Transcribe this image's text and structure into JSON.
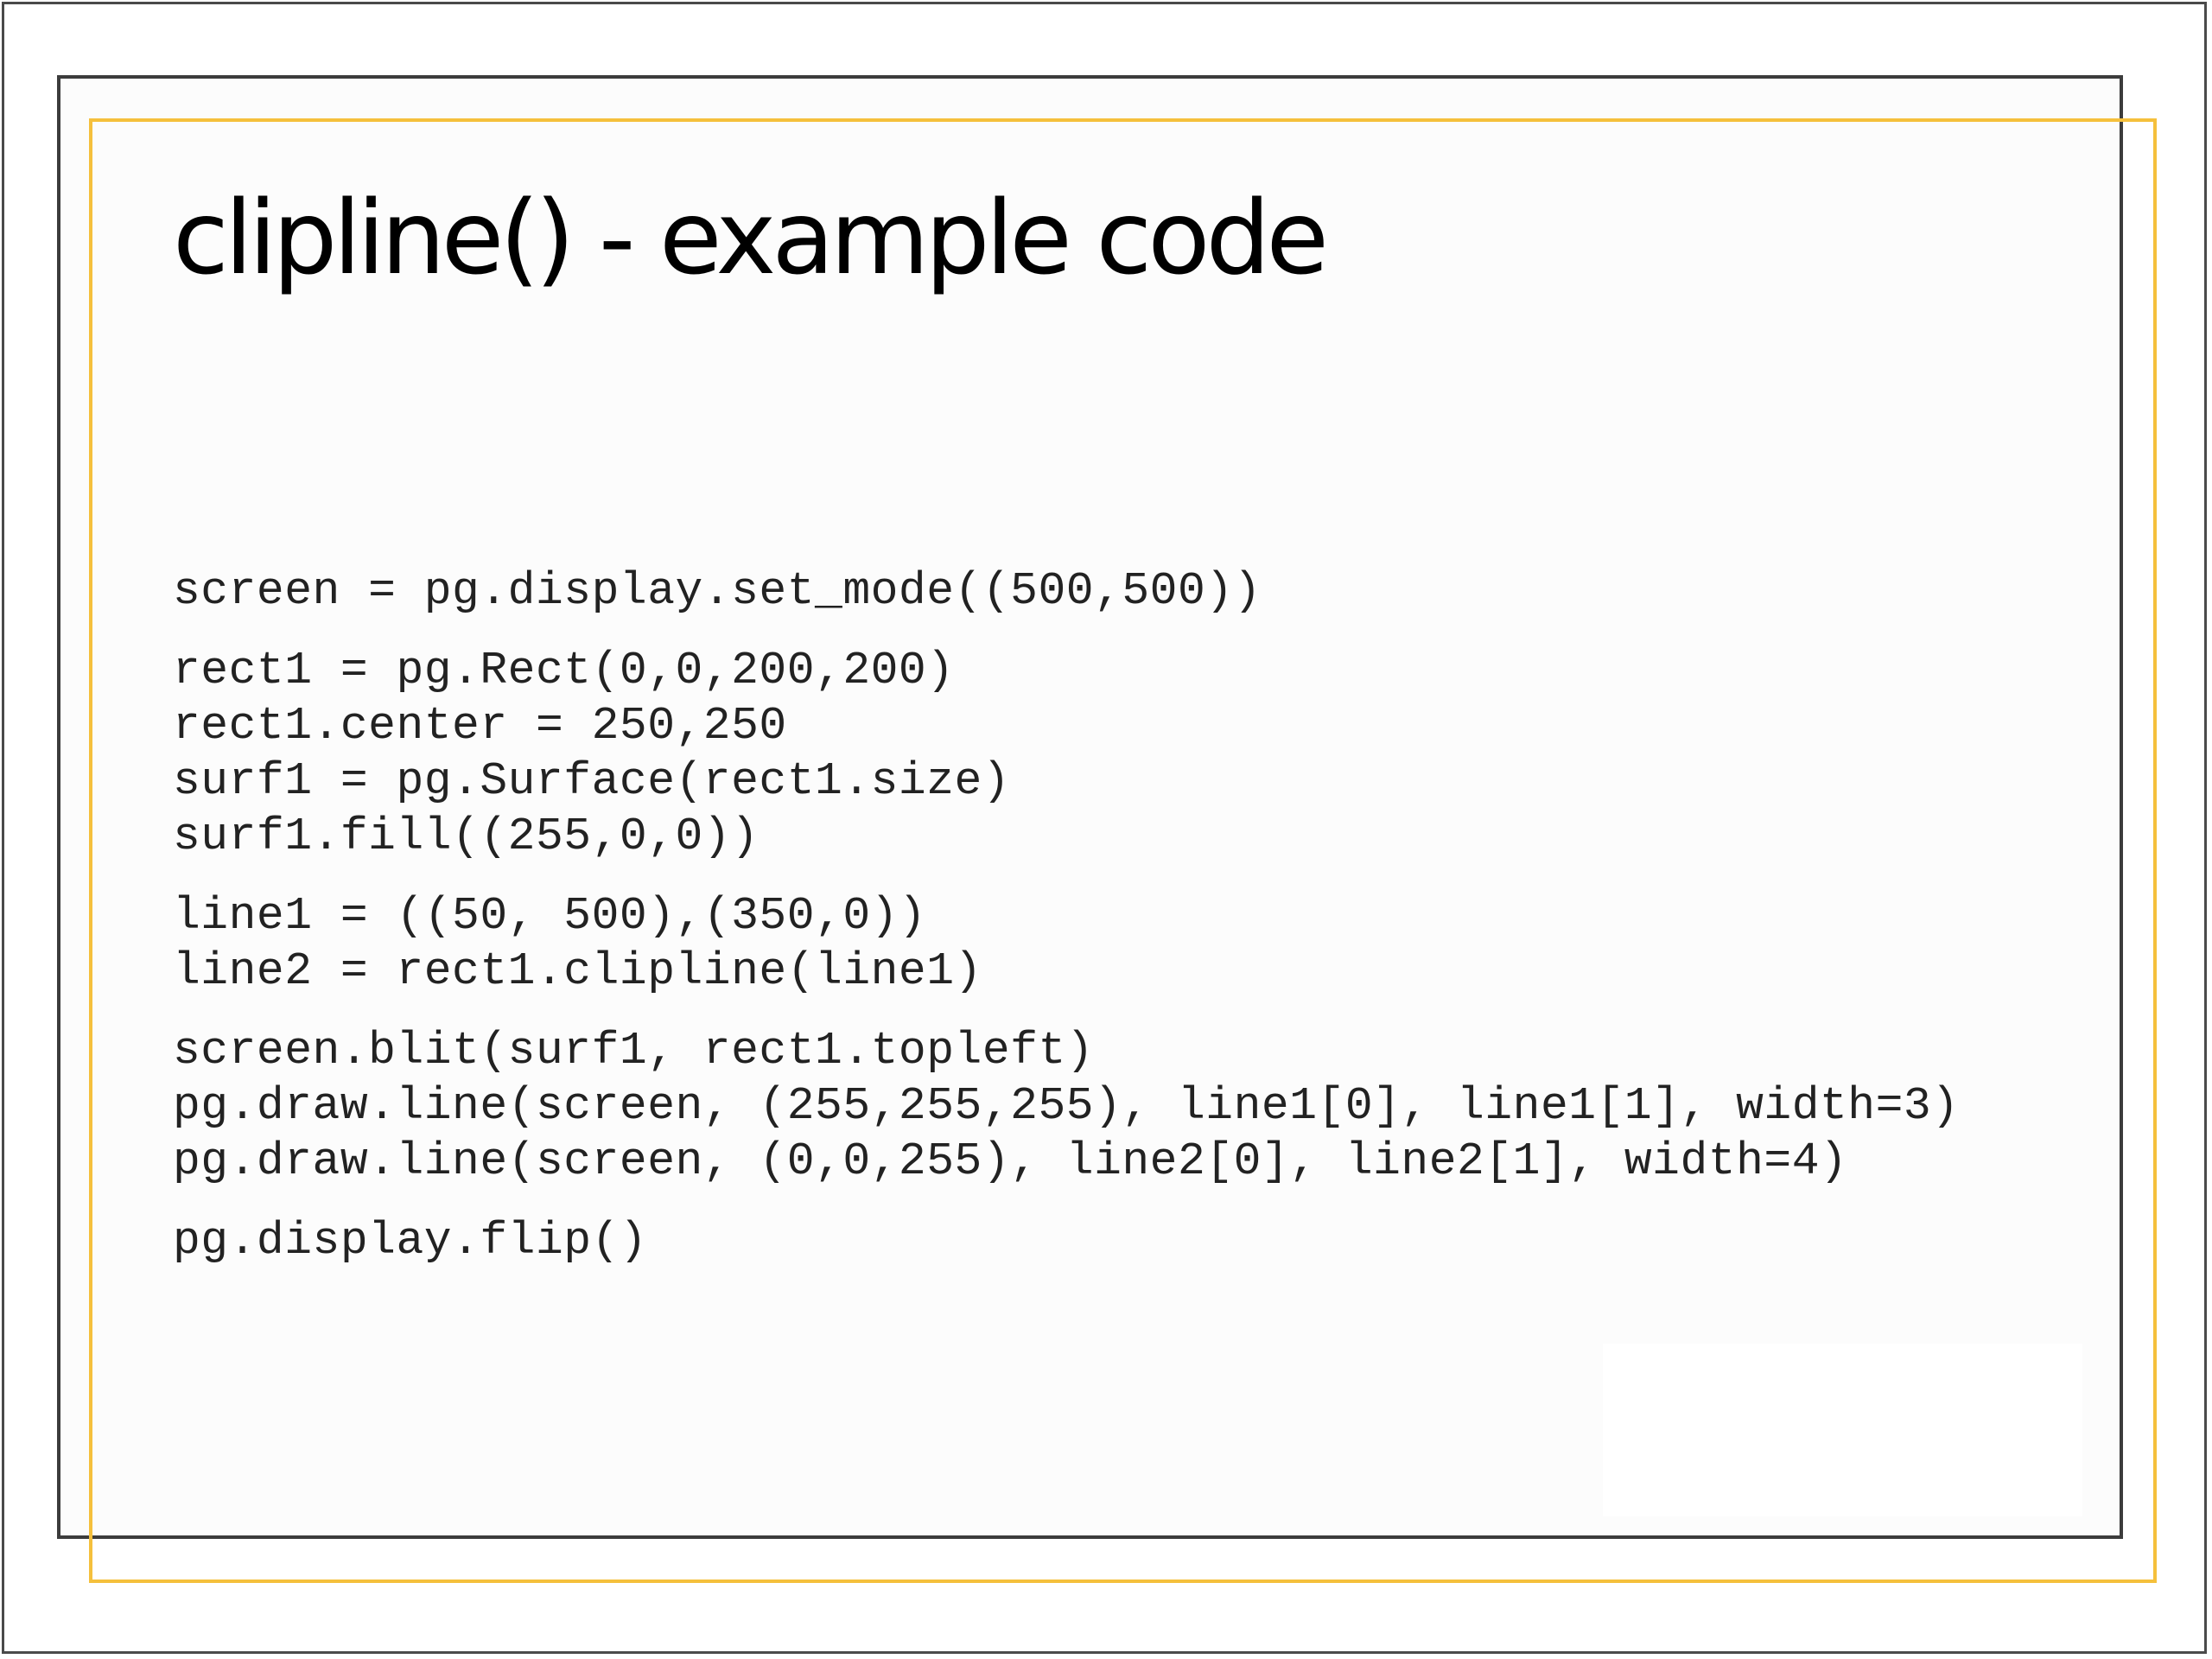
{
  "slide": {
    "title": "clipline() - example code",
    "code_groups": [
      [
        "screen = pg.display.set_mode((500,500))"
      ],
      [
        "rect1 = pg.Rect(0,0,200,200)",
        "rect1.center = 250,250",
        "surf1 = pg.Surface(rect1.size)",
        "surf1.fill((255,0,0))"
      ],
      [
        "line1 = ((50, 500),(350,0))",
        "line2 = rect1.clipline(line1)"
      ],
      [
        "screen.blit(surf1, rect1.topleft)",
        "pg.draw.line(screen, (255,255,255), line1[0], line1[1], width=3)",
        "pg.draw.line(screen, (0,0,255), line2[0], line2[1], width=4)"
      ],
      [
        "pg.display.flip()"
      ]
    ]
  },
  "colors": {
    "accent_frame": "#f5c03c",
    "slide_border": "#3c3c3c",
    "title_text": "#000000",
    "code_text": "#222222"
  }
}
